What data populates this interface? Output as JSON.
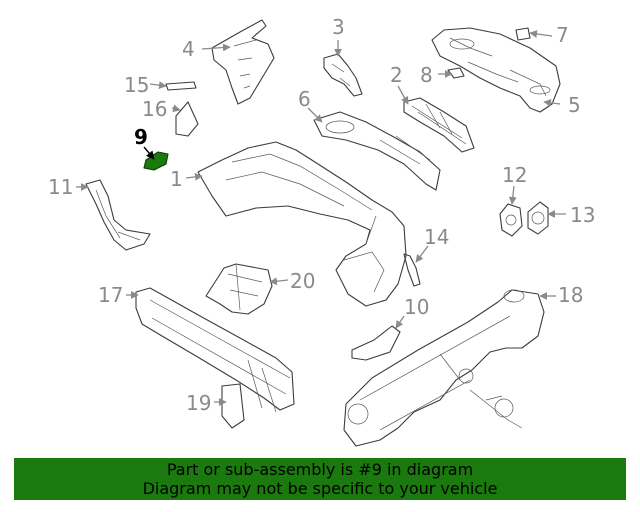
{
  "callouts": [
    "1",
    "2",
    "3",
    "4",
    "5",
    "6",
    "7",
    "8",
    "9",
    "10",
    "11",
    "12",
    "13",
    "14",
    "15",
    "16",
    "17",
    "18",
    "19",
    "20"
  ],
  "selected_callout": "9",
  "highlight_color": "#1b7a0d",
  "banner": {
    "line1": "Part or sub-assembly is #9 in diagram",
    "line2": "Diagram may not be specific to your vehicle"
  }
}
